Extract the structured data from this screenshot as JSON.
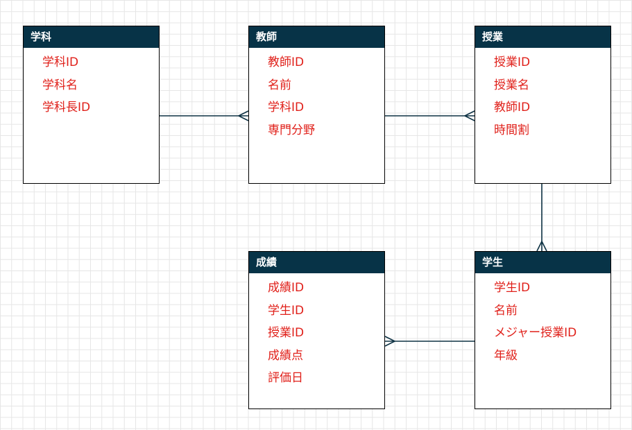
{
  "colors": {
    "header_bg": "#073347",
    "header_text": "#ffffff",
    "attribute_text": "#e0201a",
    "line": "#0e3244",
    "grid": "#e6e6e6",
    "border": "#000000"
  },
  "entities": {
    "department": {
      "title": "学科",
      "attributes": [
        "学科ID",
        "学科名",
        "学科長ID"
      ]
    },
    "teacher": {
      "title": "教師",
      "attributes": [
        "教師ID",
        "名前",
        "学科ID",
        "専門分野"
      ]
    },
    "class": {
      "title": "授業",
      "attributes": [
        "授業ID",
        "授業名",
        "教師ID",
        "時間割"
      ]
    },
    "grade": {
      "title": "成績",
      "attributes": [
        "成績ID",
        "学生ID",
        "授業ID",
        "成績点",
        "評価日"
      ]
    },
    "student": {
      "title": "学生",
      "attributes": [
        "学生ID",
        "名前",
        "メジャー授業ID",
        "年級"
      ]
    }
  }
}
